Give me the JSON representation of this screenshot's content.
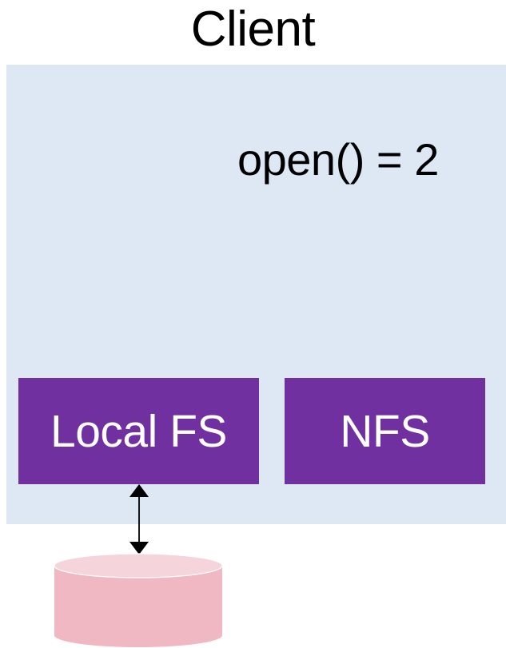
{
  "client": {
    "title": "Client",
    "call_label": "open() = 2",
    "background_color": "#dde8f4"
  },
  "modules": {
    "local_fs": {
      "label": "Local FS"
    },
    "nfs": {
      "label": "NFS"
    },
    "color": "#7030a0"
  },
  "connector": {
    "icon": "double-arrow-vertical-icon"
  },
  "disk": {
    "icon": "disk-cylinder-icon",
    "body_color": "#f0b8c3",
    "top_color": "#f6d4db"
  }
}
